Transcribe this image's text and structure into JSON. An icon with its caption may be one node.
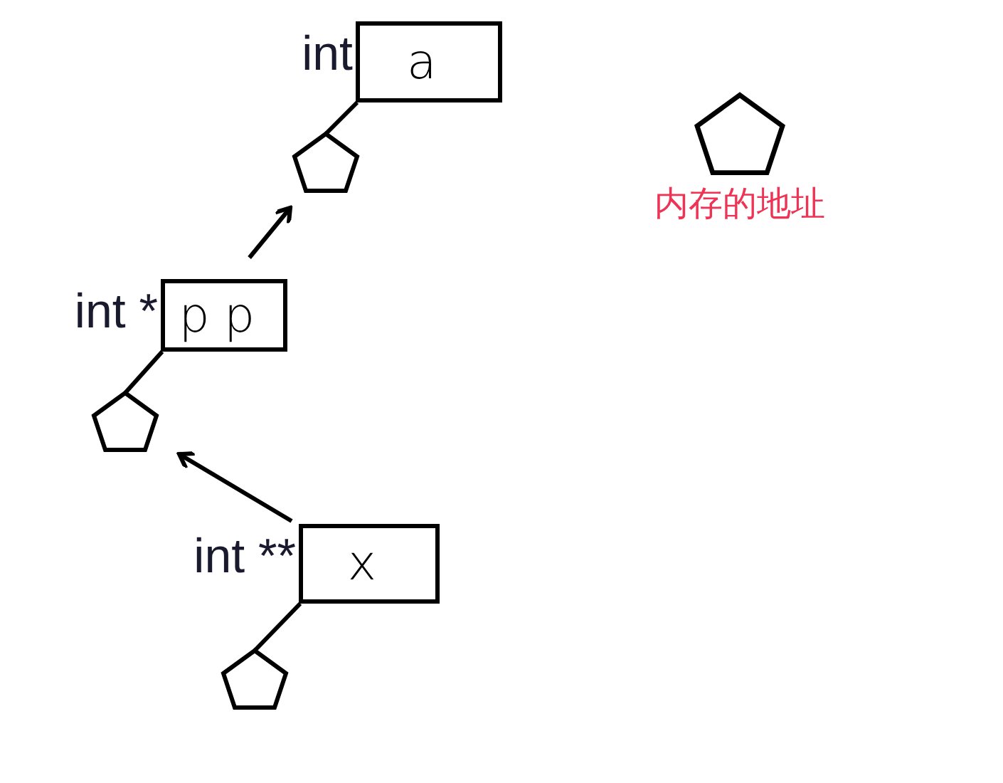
{
  "diagram": {
    "nodes": [
      {
        "text": [
          "a"
        ],
        "beside": [
          "int"
        ]
      },
      {
        "text": [],
        "shape": "pentagon"
      },
      {
        "text": [
          "pp"
        ],
        "beside": [
          "int *"
        ]
      },
      {
        "text": [],
        "shape": "pentagon"
      },
      {
        "text": [
          "x"
        ],
        "beside": [
          "int **"
        ]
      },
      {
        "text": [],
        "shape": "pentagon"
      }
    ],
    "edges": [
      {
        "from": 0,
        "to": 1,
        "arrow": "none"
      },
      {
        "from": 2,
        "to": 3,
        "arrow": "none"
      },
      {
        "from": 4,
        "to": 5,
        "arrow": "none"
      },
      {
        "from": 2,
        "to": 1,
        "arrow": "to"
      },
      {
        "from": 4,
        "to": 3,
        "arrow": "to"
      }
    ],
    "legend": [
      {
        "text": "内存的地址"
      }
    ]
  }
}
